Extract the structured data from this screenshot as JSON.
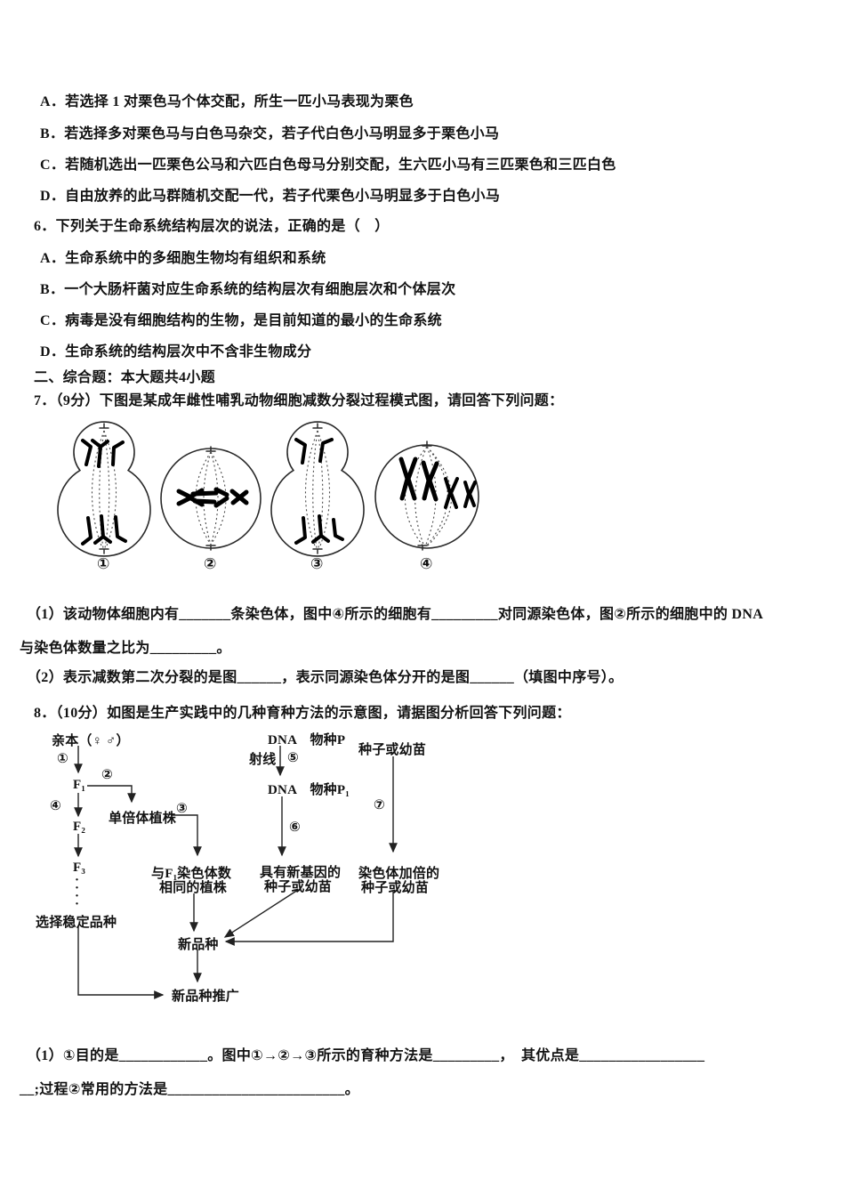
{
  "q5": {
    "optA": "A．若选择 1 对栗色马个体交配，所生一匹小马表现为栗色",
    "optB": "B．若选择多对栗色马与白色马杂交，若子代白色小马明显多于栗色小马",
    "optC": "C．若随机选出一匹栗色公马和六匹白色母马分别交配，生六匹小马有三匹栗色和三匹白色",
    "optD": "D．自由放养的此马群随机交配一代，若子代栗色小马明显多于白色小马"
  },
  "q6": {
    "stem": "6．下列关于生命系统结构层次的说法，正确的是（　）",
    "optA": "A．生命系统中的多细胞生物均有组织和系统",
    "optB": "B．一个大肠杆菌对应生命系统的结构层次有细胞层次和个体层次",
    "optC": "C．病毒是没有细胞结构的生物，是目前知道的最小的生命系统",
    "optD": "D．生命系统的结构层次中不含非生物成分"
  },
  "section2": "二、综合题：本大题共4小题",
  "q7": {
    "stem": "7．（9分）下图是某成年雌性哺乳动物细胞减数分裂过程模式图，请回答下列问题：",
    "fig": {
      "lab1": "①",
      "lab2": "②",
      "lab3": "③",
      "lab4": "④"
    },
    "l1a": "（1）该动物体细胞内有_______条染色体，图中④所示的细胞有_________对同源染色体，图②所示的细胞中的 DNA",
    "l1b": "与染色体数量之比为_________。",
    "l2": "（2）表示减数第二次分裂的是图______，表示同源染色体分开的是图______（填图中序号）。"
  },
  "q8": {
    "stem": "8．（10分）如图是生产实践中的几种育种方法的示意图，请据图分析回答下列问题：",
    "fc": {
      "qinben": "亲本（♀ ♂）",
      "n1": "①",
      "n2": "②",
      "n3": "③",
      "n4": "④",
      "n5": "⑤",
      "n6": "⑥",
      "n7": "⑦",
      "f1": "F₁",
      "f2": "F₂",
      "f3": "F₃",
      "dots": "····",
      "danbeiti": "单倍体植株",
      "yu1": "与F₁染色体数",
      "yu2": "相同的植株",
      "xuanze": "选择稳定品种",
      "xin": "新品种",
      "tuiguang": "新品种推广",
      "dnaP": "DNA　物种P",
      "shexian": "射线",
      "dnaP1": "DNA　物种P₁",
      "juyou1": "具有新基因的",
      "juyou2": "种子或幼苗",
      "zhongzi": "种子或幼苗",
      "ran1": "染色体加倍的",
      "ran2": "种子或幼苗"
    },
    "l1": "（1）①目的是____________。图中①→②→③所示的育种方法是_________，　其优点是_________________",
    "l2": "__;过程②常用的方法是________________________。"
  }
}
